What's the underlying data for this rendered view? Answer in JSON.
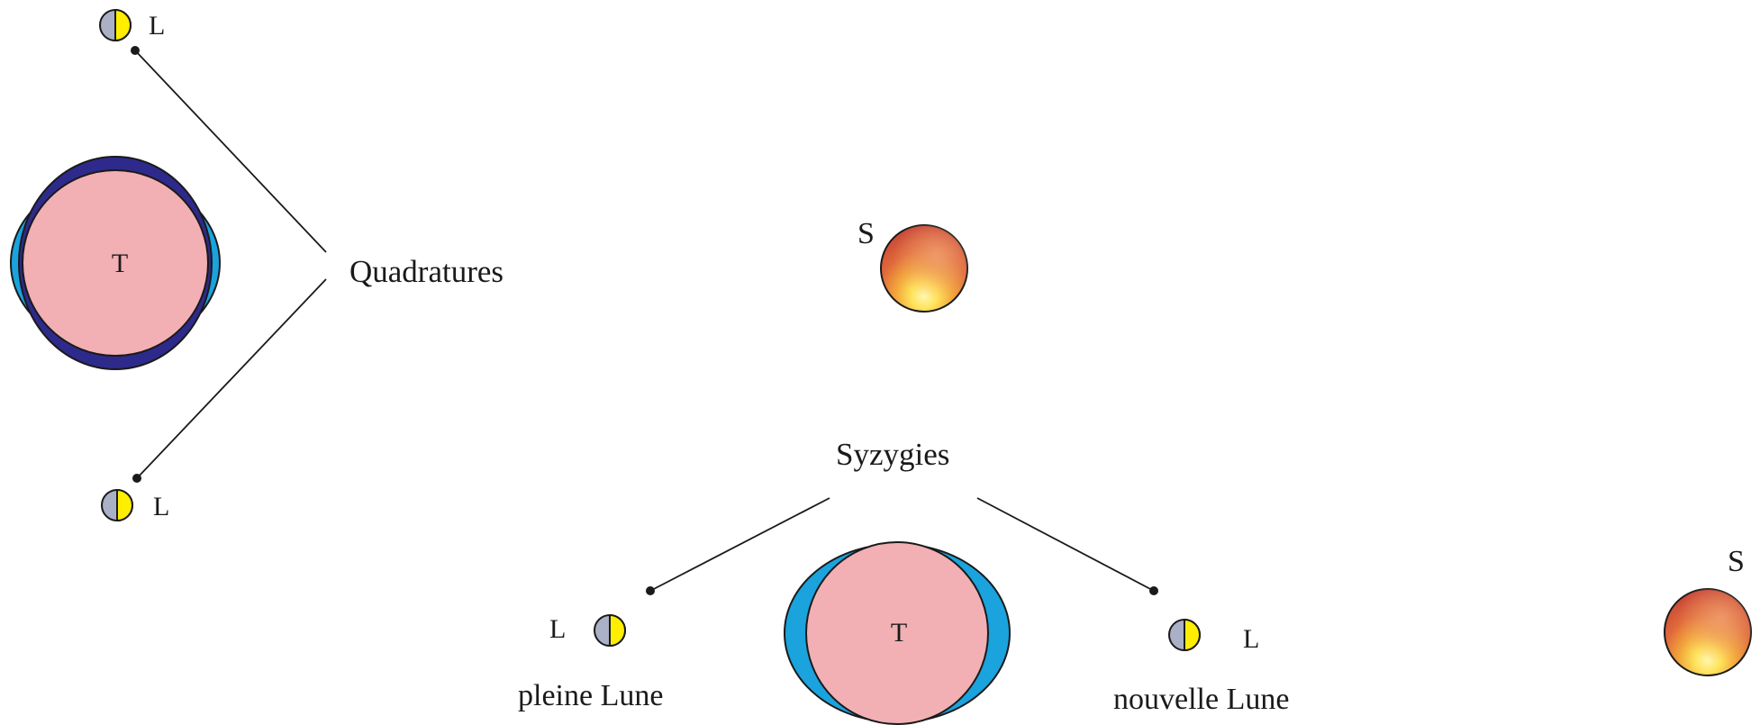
{
  "labels": {
    "quadratures": "Quadratures",
    "syzygies": "Syzygies",
    "full_moon": "pleine Lune",
    "new_moon": "nouvelle Lune",
    "moon": "L",
    "earth": "T",
    "sun": "S"
  },
  "colors": {
    "earth_fill": "#f2b0b4",
    "tide_quadrature": "#2e2a8c",
    "tide_syzygy": "#1aa3dd",
    "moon_light": "#ffee00",
    "moon_dark": "#aab0c6",
    "sun_core": "#c9483a",
    "sun_glow": "#fff27a",
    "line": "#1a1a1a"
  }
}
